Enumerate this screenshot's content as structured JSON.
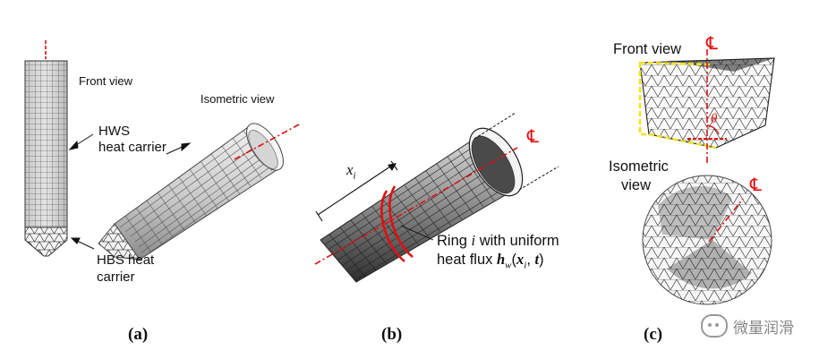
{
  "panels": {
    "a": {
      "tag": "(a)",
      "front_view": "Front view",
      "isometric_view": "Isometric view",
      "hws_line1": "HWS",
      "hws_line2": "heat carrier",
      "hbs_line1": "HBS heat",
      "hbs_line2": "carrier"
    },
    "b": {
      "tag": "(b)",
      "x_symbol": "x",
      "x_sub": "i",
      "centerline_symbol": "℄",
      "ring_prefix": "Ring ",
      "ring_i": "i",
      "ring_suffix": " with uniform",
      "flux_prefix": "heat flux ",
      "flux_h": "h",
      "flux_w": "w",
      "flux_open": "(",
      "flux_x": "x",
      "flux_xi": "i",
      "flux_comma": ", ",
      "flux_t": "t",
      "flux_close": ")"
    },
    "c": {
      "tag": "(c)",
      "front_view": "Front view",
      "centerline_symbol": "℄",
      "theta": "θ",
      "isometric_line1": "Isometric",
      "isometric_line2": "view",
      "centerline_symbol_iso": "℄"
    }
  },
  "watermark": {
    "text": "微量润滑",
    "icon": "wechat-logo-icon"
  },
  "colors": {
    "centerline": "#e01010",
    "mesh": "#222222",
    "highlight": "#f2e020",
    "ring": "#e01010"
  }
}
